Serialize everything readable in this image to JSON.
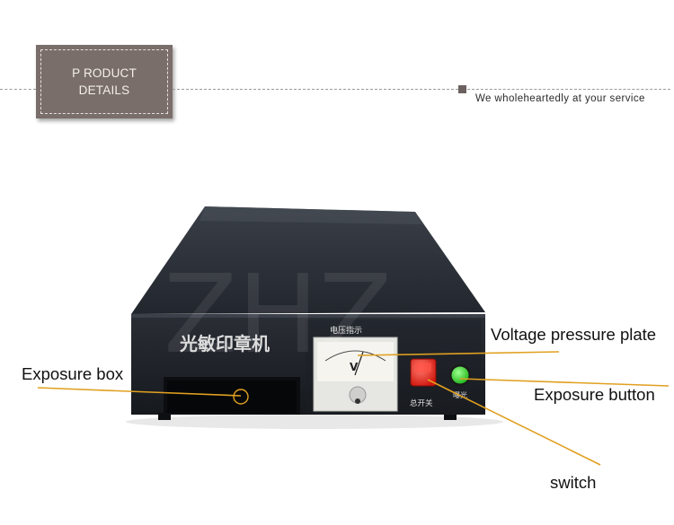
{
  "header": {
    "badge_lines": [
      "P RODUCT",
      "DETAILS"
    ],
    "tagline": "We wholeheartedly at your service"
  },
  "machine": {
    "front_label": "光敏印章机",
    "meter_title": "电压指示",
    "meter_unit": "V",
    "switch_caption": "总开关",
    "exposure_caption": "曝光",
    "watermark": "ZHZ"
  },
  "callouts": {
    "voltage": "Voltage pressure plate",
    "exposure_box": "Exposure box",
    "exposure_button": "Exposure button",
    "switch": "switch"
  },
  "colors": {
    "badge": "#7a6e6a",
    "leader_line": "#e0a020",
    "switch_red": "#e8221b",
    "button_green": "#2fd22a",
    "case_dark": "#1f232a"
  }
}
